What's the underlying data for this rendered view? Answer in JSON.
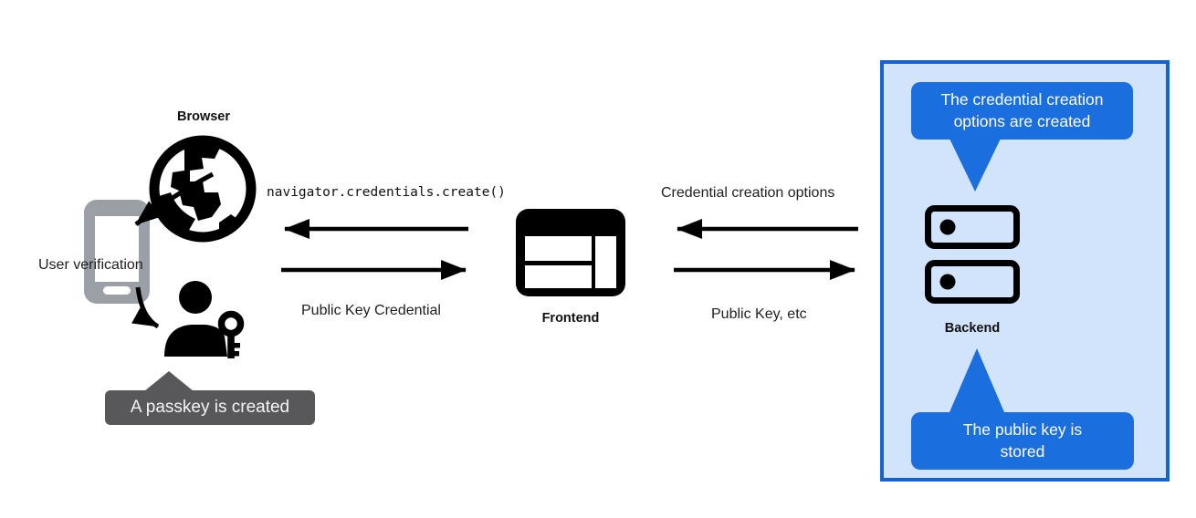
{
  "colors": {
    "accent_blue": "#1a6edd",
    "panel_border_blue": "#1563cf",
    "panel_bg_blue": "#d2e3fc",
    "tooltip_gray": "#58585b",
    "phone_gray": "#9aa0a6",
    "icon_black": "#000000",
    "text_dark": "#202124"
  },
  "nodes": {
    "browser": {
      "label": "Browser",
      "icon": "globe-icon"
    },
    "authenticator": {
      "label": "User verification",
      "icons": [
        "phone-icon",
        "person-key-icon"
      ]
    },
    "frontend": {
      "label": "Frontend",
      "icon": "browser-window-icon"
    },
    "backend": {
      "label": "Backend",
      "icon": "server-icon"
    }
  },
  "flows": {
    "browser_frontend_left": "navigator.credentials.create()",
    "browser_frontend_right": "Public Key Credential",
    "frontend_backend_left": "Credential creation options",
    "frontend_backend_right": "Public Key, etc"
  },
  "callouts": {
    "credential_options": "The credential creation\noptions are created",
    "public_key_stored": "The public key is\nstored",
    "passkey_created": "A passkey is created"
  }
}
